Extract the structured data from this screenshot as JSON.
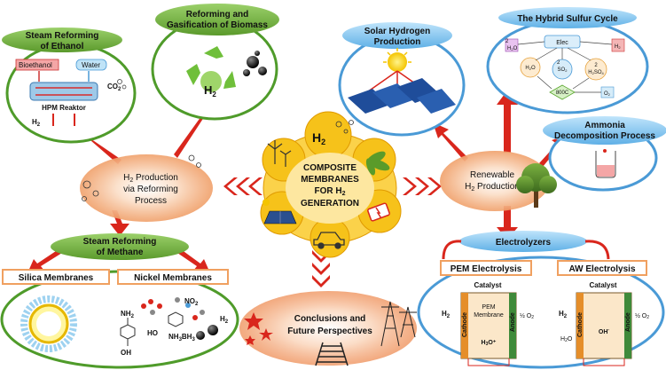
{
  "center": {
    "line1": "COMPOSITE",
    "line2": "MEMBRANES",
    "line3": "FOR H",
    "line3_sub": "2",
    "line4": "GENERATION",
    "h2_label": "H",
    "h2_sub": "2"
  },
  "reforming_hub": {
    "line1": "H",
    "line1_sub": "2",
    "line1_rest": " Production",
    "line2": "via Reforming",
    "line3": "Process"
  },
  "renewable_hub": {
    "line1": "Renewable",
    "line2": "H",
    "line2_sub": "2",
    "line2_rest": " Production"
  },
  "steam_ethanol": {
    "title_line1": "Steam Reforming",
    "title_line2": "of Ethanol",
    "bioethanol": "Bioethanol",
    "water": "Water",
    "co2": "CO",
    "co2_sub": "2",
    "reactor": "HPM Reaktor",
    "h2": "H",
    "h2_sub": "2"
  },
  "biomass": {
    "title_line1": "Reforming and",
    "title_line2": "Gasification of Biomass",
    "h2": "H",
    "h2_sub": "2"
  },
  "steam_methane": {
    "title_line1": "Steam Reforming",
    "title_line2": "of Methane"
  },
  "silica": {
    "label": "Silica Membranes"
  },
  "nickel": {
    "label": "Nickel Membranes",
    "no2": "NO",
    "no2_sub": "2",
    "nh3bh3": "NH",
    "nh3bh3_a": "3",
    "nh3bh3_b": "BH",
    "nh3bh3_c": "3",
    "ho": "HO",
    "nh2": "NH",
    "nh2_sub": "2",
    "oh": "OH",
    "h2": "H",
    "h2_sub": "2"
  },
  "conclusions": {
    "line1": "Conclusions and",
    "line2": "Future Perspectives"
  },
  "solar": {
    "title_line1": "Solar Hydrogen",
    "title_line2": "Production"
  },
  "sulfur": {
    "title": "The Hybrid Sulfur Cycle",
    "elec": "Elec",
    "h2o": "H",
    "h2o_sub": "2",
    "h2o_rest": "O",
    "so2": "SO",
    "so2_sub": "2",
    "h2so4": "H",
    "h2so4_a": "2",
    "h2so4_b": "SO",
    "h2so4_c": "4",
    "temp": "800C",
    "o2": "O",
    "o2_sub": "2",
    "h2": "H",
    "h2_sub": "2",
    "n1": "2",
    "n2": "2",
    "n3": "2"
  },
  "ammonia": {
    "title_line1": "Ammonia",
    "title_line2": "Decomposition Process"
  },
  "electrolyzers": {
    "title": "Electrolyzers"
  },
  "pem": {
    "title": "PEM Electrolysis",
    "catalyst": "Catalyst",
    "membrane_line1": "PEM",
    "membrane_line2": "Membrane",
    "cathode": "Cathode",
    "anode": "Anode",
    "h2": "H",
    "h2_sub": "2",
    "o2": "½ O",
    "o2_sub": "2",
    "ion": "H",
    "ion_sub": "3",
    "ion_rest": "O⁺"
  },
  "aw": {
    "title": "AW Electrolysis",
    "catalyst": "Catalyst",
    "cathode": "Cathode",
    "anode": "Anode",
    "h2": "H",
    "h2_sub": "2",
    "o2": "½ O",
    "o2_sub": "2",
    "ion": "OH",
    "ion_sup": "-",
    "h2o": "H",
    "h2o_sub": "2",
    "h2o_rest": "O"
  },
  "colors": {
    "green_band": "#6fae3e",
    "green_oval": "#5aa52e",
    "blue_oval": "#4a9ad6",
    "red_arrow": "#d9261c",
    "orange_hub": "#f2a673",
    "center_yellow": "#f6c21a"
  }
}
